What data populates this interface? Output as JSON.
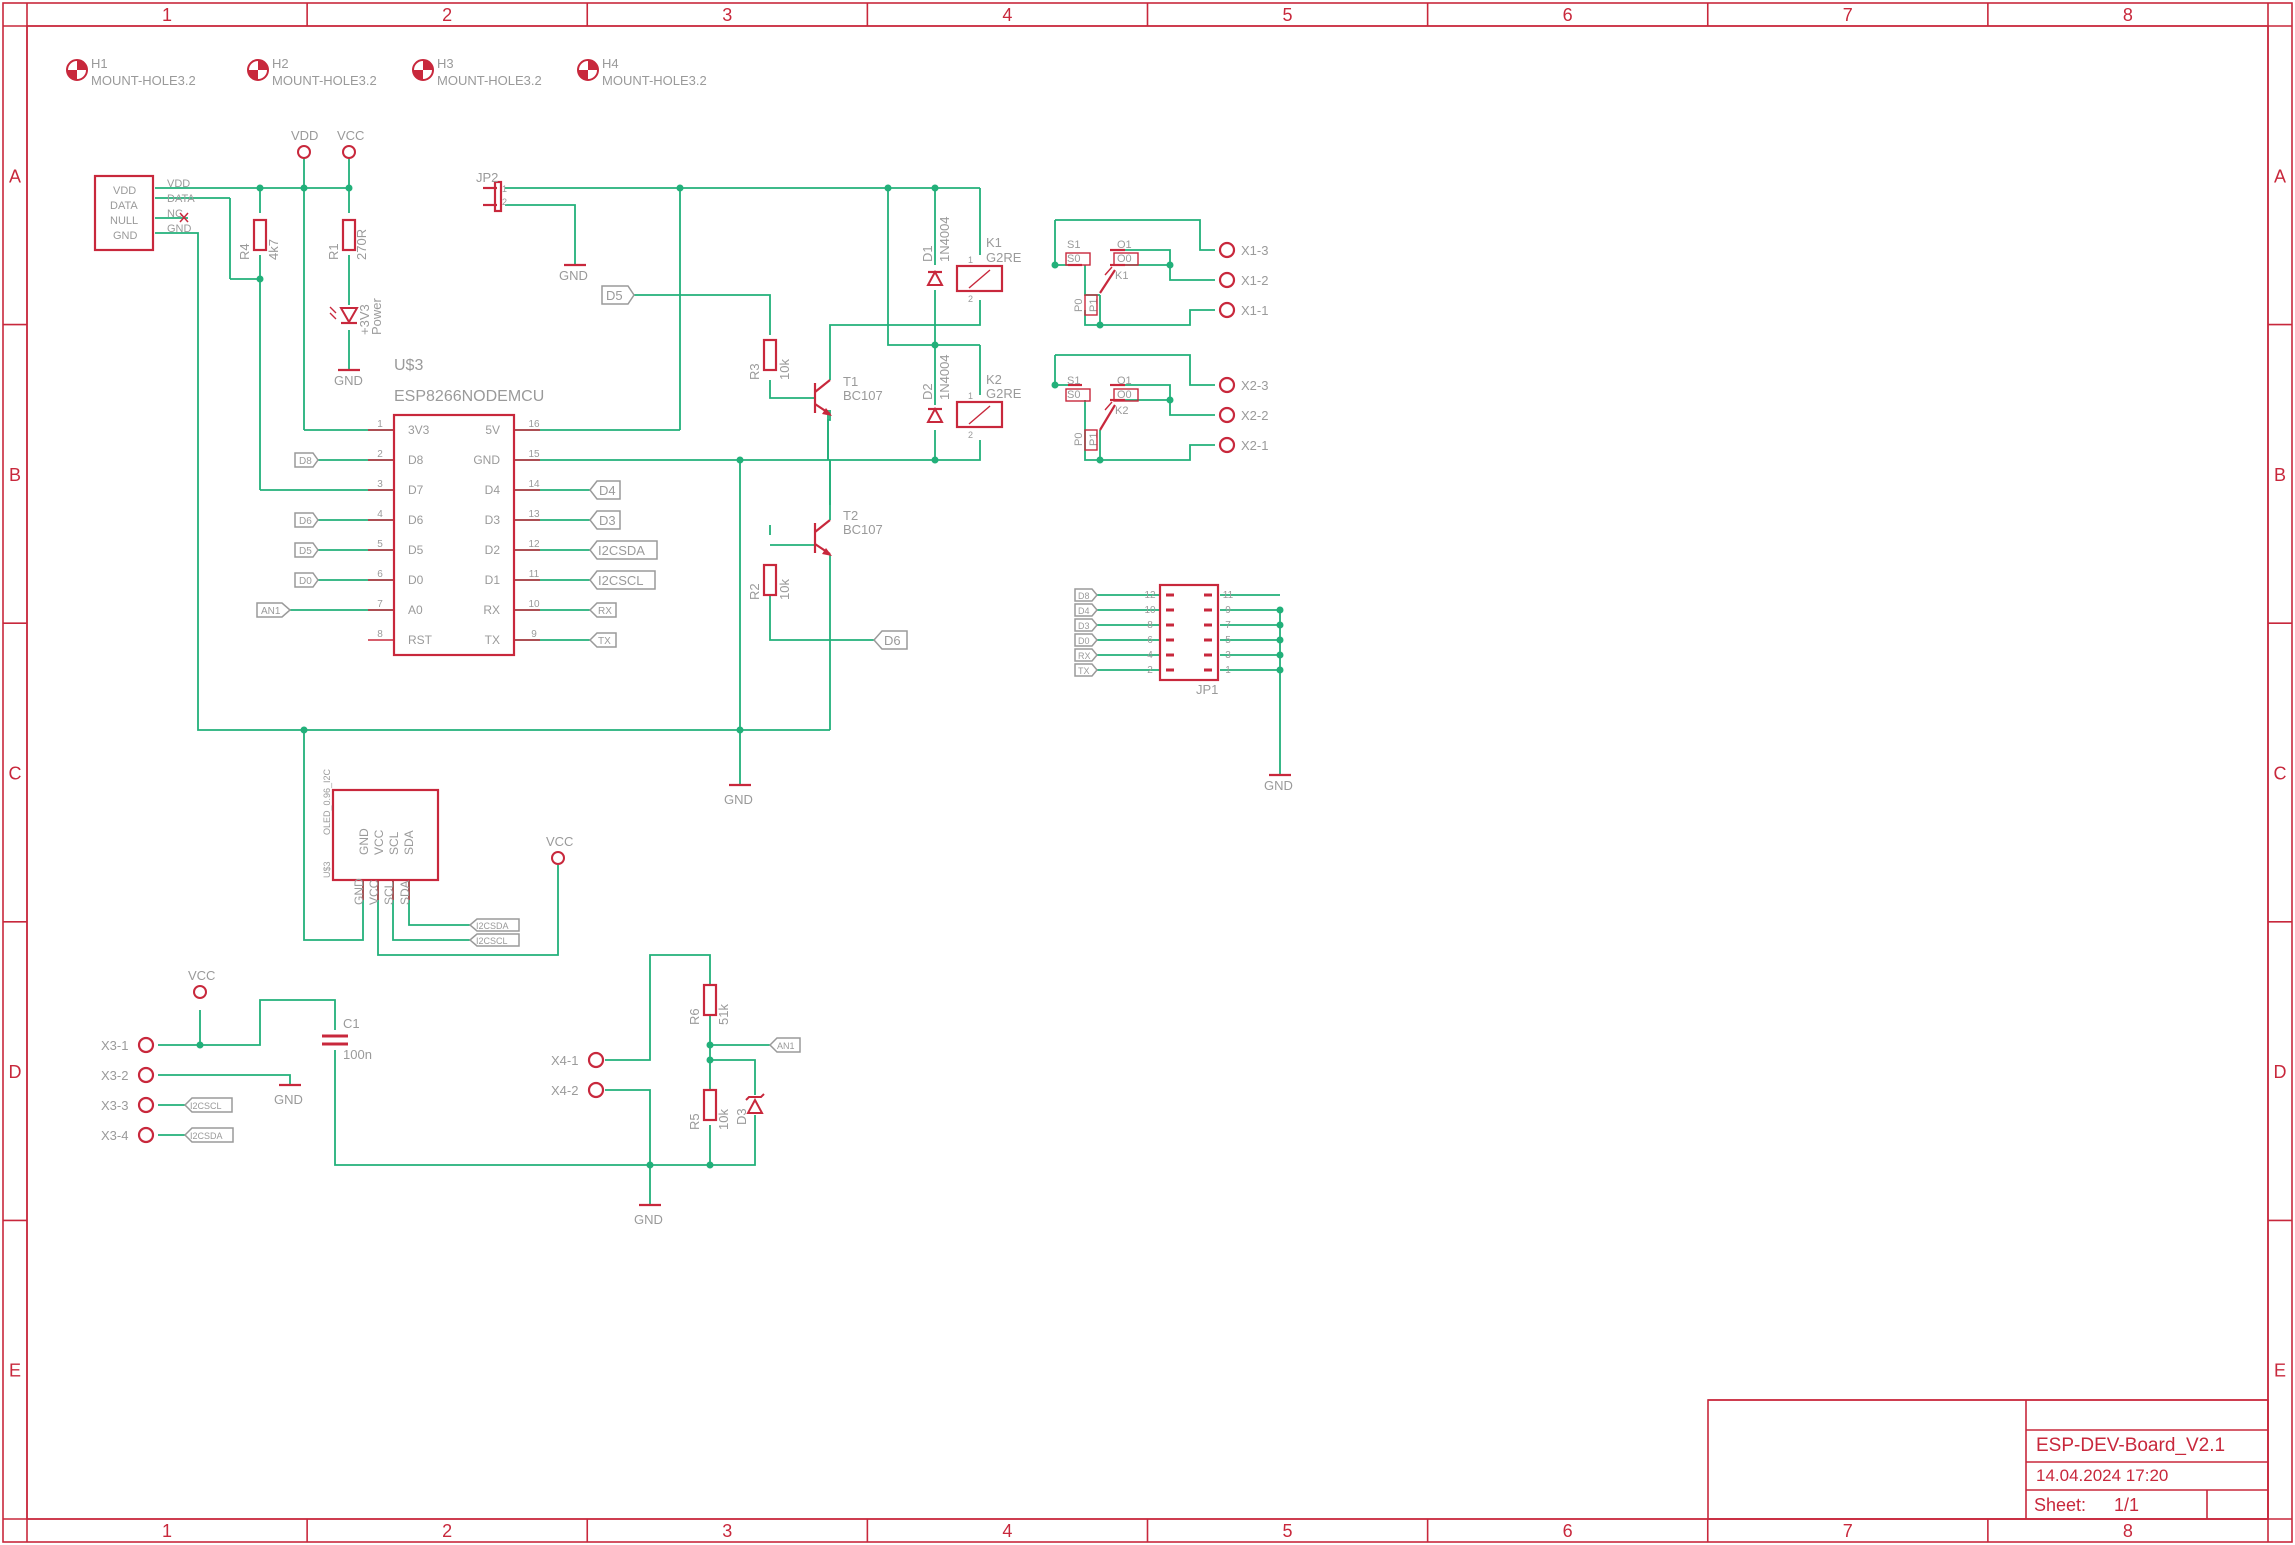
{
  "frame": {
    "columns": [
      "1",
      "2",
      "3",
      "4",
      "5",
      "6",
      "7",
      "8"
    ],
    "rows": [
      "A",
      "B",
      "C",
      "D",
      "E"
    ]
  },
  "title_block": {
    "title": "ESP-DEV-Board_V2.1",
    "date": "14.04.2024 17:20",
    "sheet_label": "Sheet:",
    "sheet_value": "1/1"
  },
  "mount_holes": [
    {
      "name": "H1",
      "value": "MOUNT-HOLE3.2"
    },
    {
      "name": "H2",
      "value": "MOUNT-HOLE3.2"
    },
    {
      "name": "H3",
      "value": "MOUNT-HOLE3.2"
    },
    {
      "name": "H4",
      "value": "MOUNT-HOLE3.2"
    }
  ],
  "supplies": {
    "vdd": "VDD",
    "vcc": "VCC",
    "gnd": "GND"
  },
  "sensor_pins": [
    "VDD",
    "DATA",
    "NULL",
    "GND"
  ],
  "sensor_nets": [
    "VDD",
    "DATA",
    "NC",
    "GND"
  ],
  "r4": {
    "name": "R4",
    "value": "4k7"
  },
  "r1": {
    "name": "R1",
    "value": "270R"
  },
  "led_power": {
    "name": "+3V3",
    "value": "Power"
  },
  "mcu": {
    "name": "U$3",
    "value": "ESP8266NODEMCU",
    "left_pins": [
      {
        "num": "1",
        "name": "3V3"
      },
      {
        "num": "2",
        "name": "D8"
      },
      {
        "num": "3",
        "name": "D7"
      },
      {
        "num": "4",
        "name": "D6"
      },
      {
        "num": "5",
        "name": "D5"
      },
      {
        "num": "6",
        "name": "D0"
      },
      {
        "num": "7",
        "name": "A0"
      },
      {
        "num": "8",
        "name": "RST"
      }
    ],
    "right_pins": [
      {
        "num": "16",
        "name": "5V"
      },
      {
        "num": "15",
        "name": "GND"
      },
      {
        "num": "14",
        "name": "D4"
      },
      {
        "num": "13",
        "name": "D3"
      },
      {
        "num": "12",
        "name": "D2"
      },
      {
        "num": "11",
        "name": "D1"
      },
      {
        "num": "10",
        "name": "RX"
      },
      {
        "num": "9",
        "name": "TX"
      }
    ],
    "left_ports": [
      "D8",
      "D6",
      "D5",
      "D0",
      "AN1"
    ],
    "right_ports": [
      "D4",
      "D3",
      "I2CSDA",
      "I2CSCL",
      "RX",
      "TX"
    ]
  },
  "jp2": {
    "name": "JP2",
    "pin1": "1",
    "pin2": "2"
  },
  "r3": {
    "name": "R3",
    "value": "10k",
    "port": "D5"
  },
  "t1": {
    "name": "T1",
    "value": "BC107"
  },
  "r2": {
    "name": "R2",
    "value": "10k",
    "port": "D6"
  },
  "t2": {
    "name": "T2",
    "value": "BC107"
  },
  "d1": {
    "name": "D1",
    "value": "1N4004"
  },
  "d2": {
    "name": "D2",
    "value": "1N4004"
  },
  "k1": {
    "name": "K1",
    "value": "G2RE",
    "pin1": "1",
    "pin2": "2"
  },
  "k2": {
    "name": "K2",
    "value": "G2RE",
    "pin1": "1",
    "pin2": "2"
  },
  "relay_switch_1": {
    "s1": "S1",
    "s0": "S0",
    "o1": "O1",
    "o0": "O0",
    "p0": "P0",
    "p1": "P1",
    "k": "K1",
    "terminals": [
      "X1-3",
      "X1-2",
      "X1-1"
    ]
  },
  "relay_switch_2": {
    "s1": "S1",
    "s0": "S0",
    "o1": "O1",
    "o0": "O0",
    "p0": "P0",
    "p1": "P1",
    "k": "K2",
    "terminals": [
      "X2-3",
      "X2-2",
      "X2-1"
    ]
  },
  "jp1": {
    "name": "JP1",
    "ports": [
      "D8",
      "D4",
      "D3",
      "D0",
      "RX",
      "TX"
    ],
    "left_nums": [
      "12",
      "10",
      "8",
      "6",
      "4",
      "2"
    ],
    "right_nums": [
      "11",
      "9",
      "7",
      "5",
      "3",
      "1"
    ]
  },
  "oled": {
    "name": "U$3",
    "value": "OLED_0.96_I2C",
    "pins": [
      "GND",
      "VCC",
      "SCL",
      "SDA"
    ],
    "ports": [
      "I2CSDA",
      "I2CSCL"
    ]
  },
  "c1": {
    "name": "C1",
    "value": "100n"
  },
  "x3": {
    "terminals": [
      "X3-1",
      "X3-2",
      "X3-3",
      "X3-4"
    ],
    "ports": [
      "I2CSCL",
      "I2CSDA"
    ]
  },
  "x4": {
    "terminals": [
      "X4-1",
      "X4-2"
    ]
  },
  "r6": {
    "name": "R6",
    "value": "51k"
  },
  "r5": {
    "name": "R5",
    "value": "10k"
  },
  "d3": {
    "name": "D3"
  },
  "an1_port": "AN1"
}
